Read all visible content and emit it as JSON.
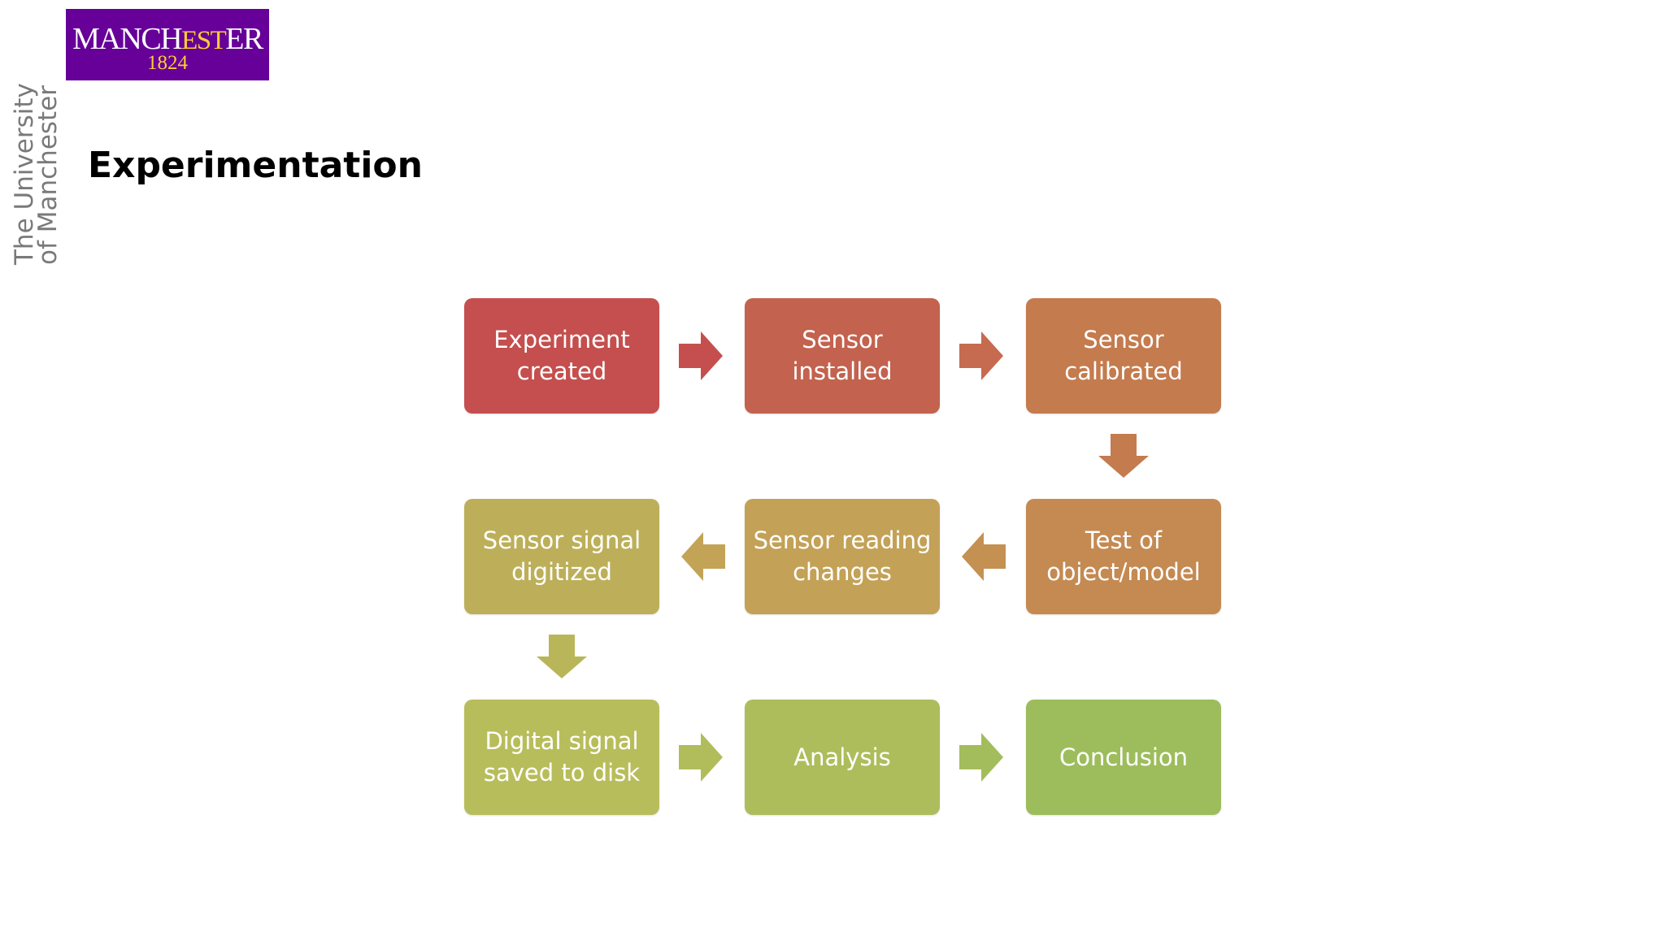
{
  "logo": {
    "word_a": "MANCH",
    "word_b": "EST",
    "word_c": "ER",
    "year": "1824"
  },
  "university": {
    "line1": "The University",
    "line2": "of Manchester"
  },
  "title": "Experimentation",
  "colors": {
    "logo_purple": "#660099",
    "logo_gold": "#ffcc33"
  },
  "steps": [
    {
      "id": "experiment-created",
      "line1": "Experiment",
      "line2": "created",
      "color": "#c44f4e"
    },
    {
      "id": "sensor-installed",
      "line1": "Sensor",
      "line2": "installed",
      "color": "#c3624e"
    },
    {
      "id": "sensor-calibrated",
      "line1": "Sensor",
      "line2": "calibrated",
      "color": "#c47b4e"
    },
    {
      "id": "test-of-object-model",
      "line1": "Test of",
      "line2": "object/model",
      "color": "#c48a52"
    },
    {
      "id": "sensor-reading-changes",
      "line1": "Sensor reading",
      "line2": "changes",
      "color": "#c3a156"
    },
    {
      "id": "sensor-signal-digitized",
      "line1": "Sensor signal",
      "line2": "digitized",
      "color": "#bdaf59"
    },
    {
      "id": "digital-signal-saved-to-disk",
      "line1": "Digital signal",
      "line2": "saved to disk",
      "color": "#b8bd5b"
    },
    {
      "id": "analysis",
      "line1": "Analysis",
      "line2": "",
      "color": "#aebd5c"
    },
    {
      "id": "conclusion",
      "line1": "Conclusion",
      "line2": "",
      "color": "#9dbd5c"
    }
  ],
  "arrows": [
    {
      "from": "experiment-created",
      "to": "sensor-installed",
      "direction": "right",
      "color": "#c44f4e"
    },
    {
      "from": "sensor-installed",
      "to": "sensor-calibrated",
      "direction": "right",
      "color": "#c66a50"
    },
    {
      "from": "sensor-calibrated",
      "to": "test-of-object-model",
      "direction": "down",
      "color": "#c47b4e"
    },
    {
      "from": "test-of-object-model",
      "to": "sensor-reading-changes",
      "direction": "left",
      "color": "#c49152"
    },
    {
      "from": "sensor-reading-changes",
      "to": "sensor-signal-digitized",
      "direction": "left",
      "color": "#c3a456"
    },
    {
      "from": "sensor-signal-digitized",
      "to": "digital-signal-saved-to-disk",
      "direction": "down",
      "color": "#b9b659"
    },
    {
      "from": "digital-signal-saved-to-disk",
      "to": "analysis",
      "direction": "right",
      "color": "#b0bd5a"
    },
    {
      "from": "analysis",
      "to": "conclusion",
      "direction": "right",
      "color": "#a3bd5c"
    }
  ]
}
